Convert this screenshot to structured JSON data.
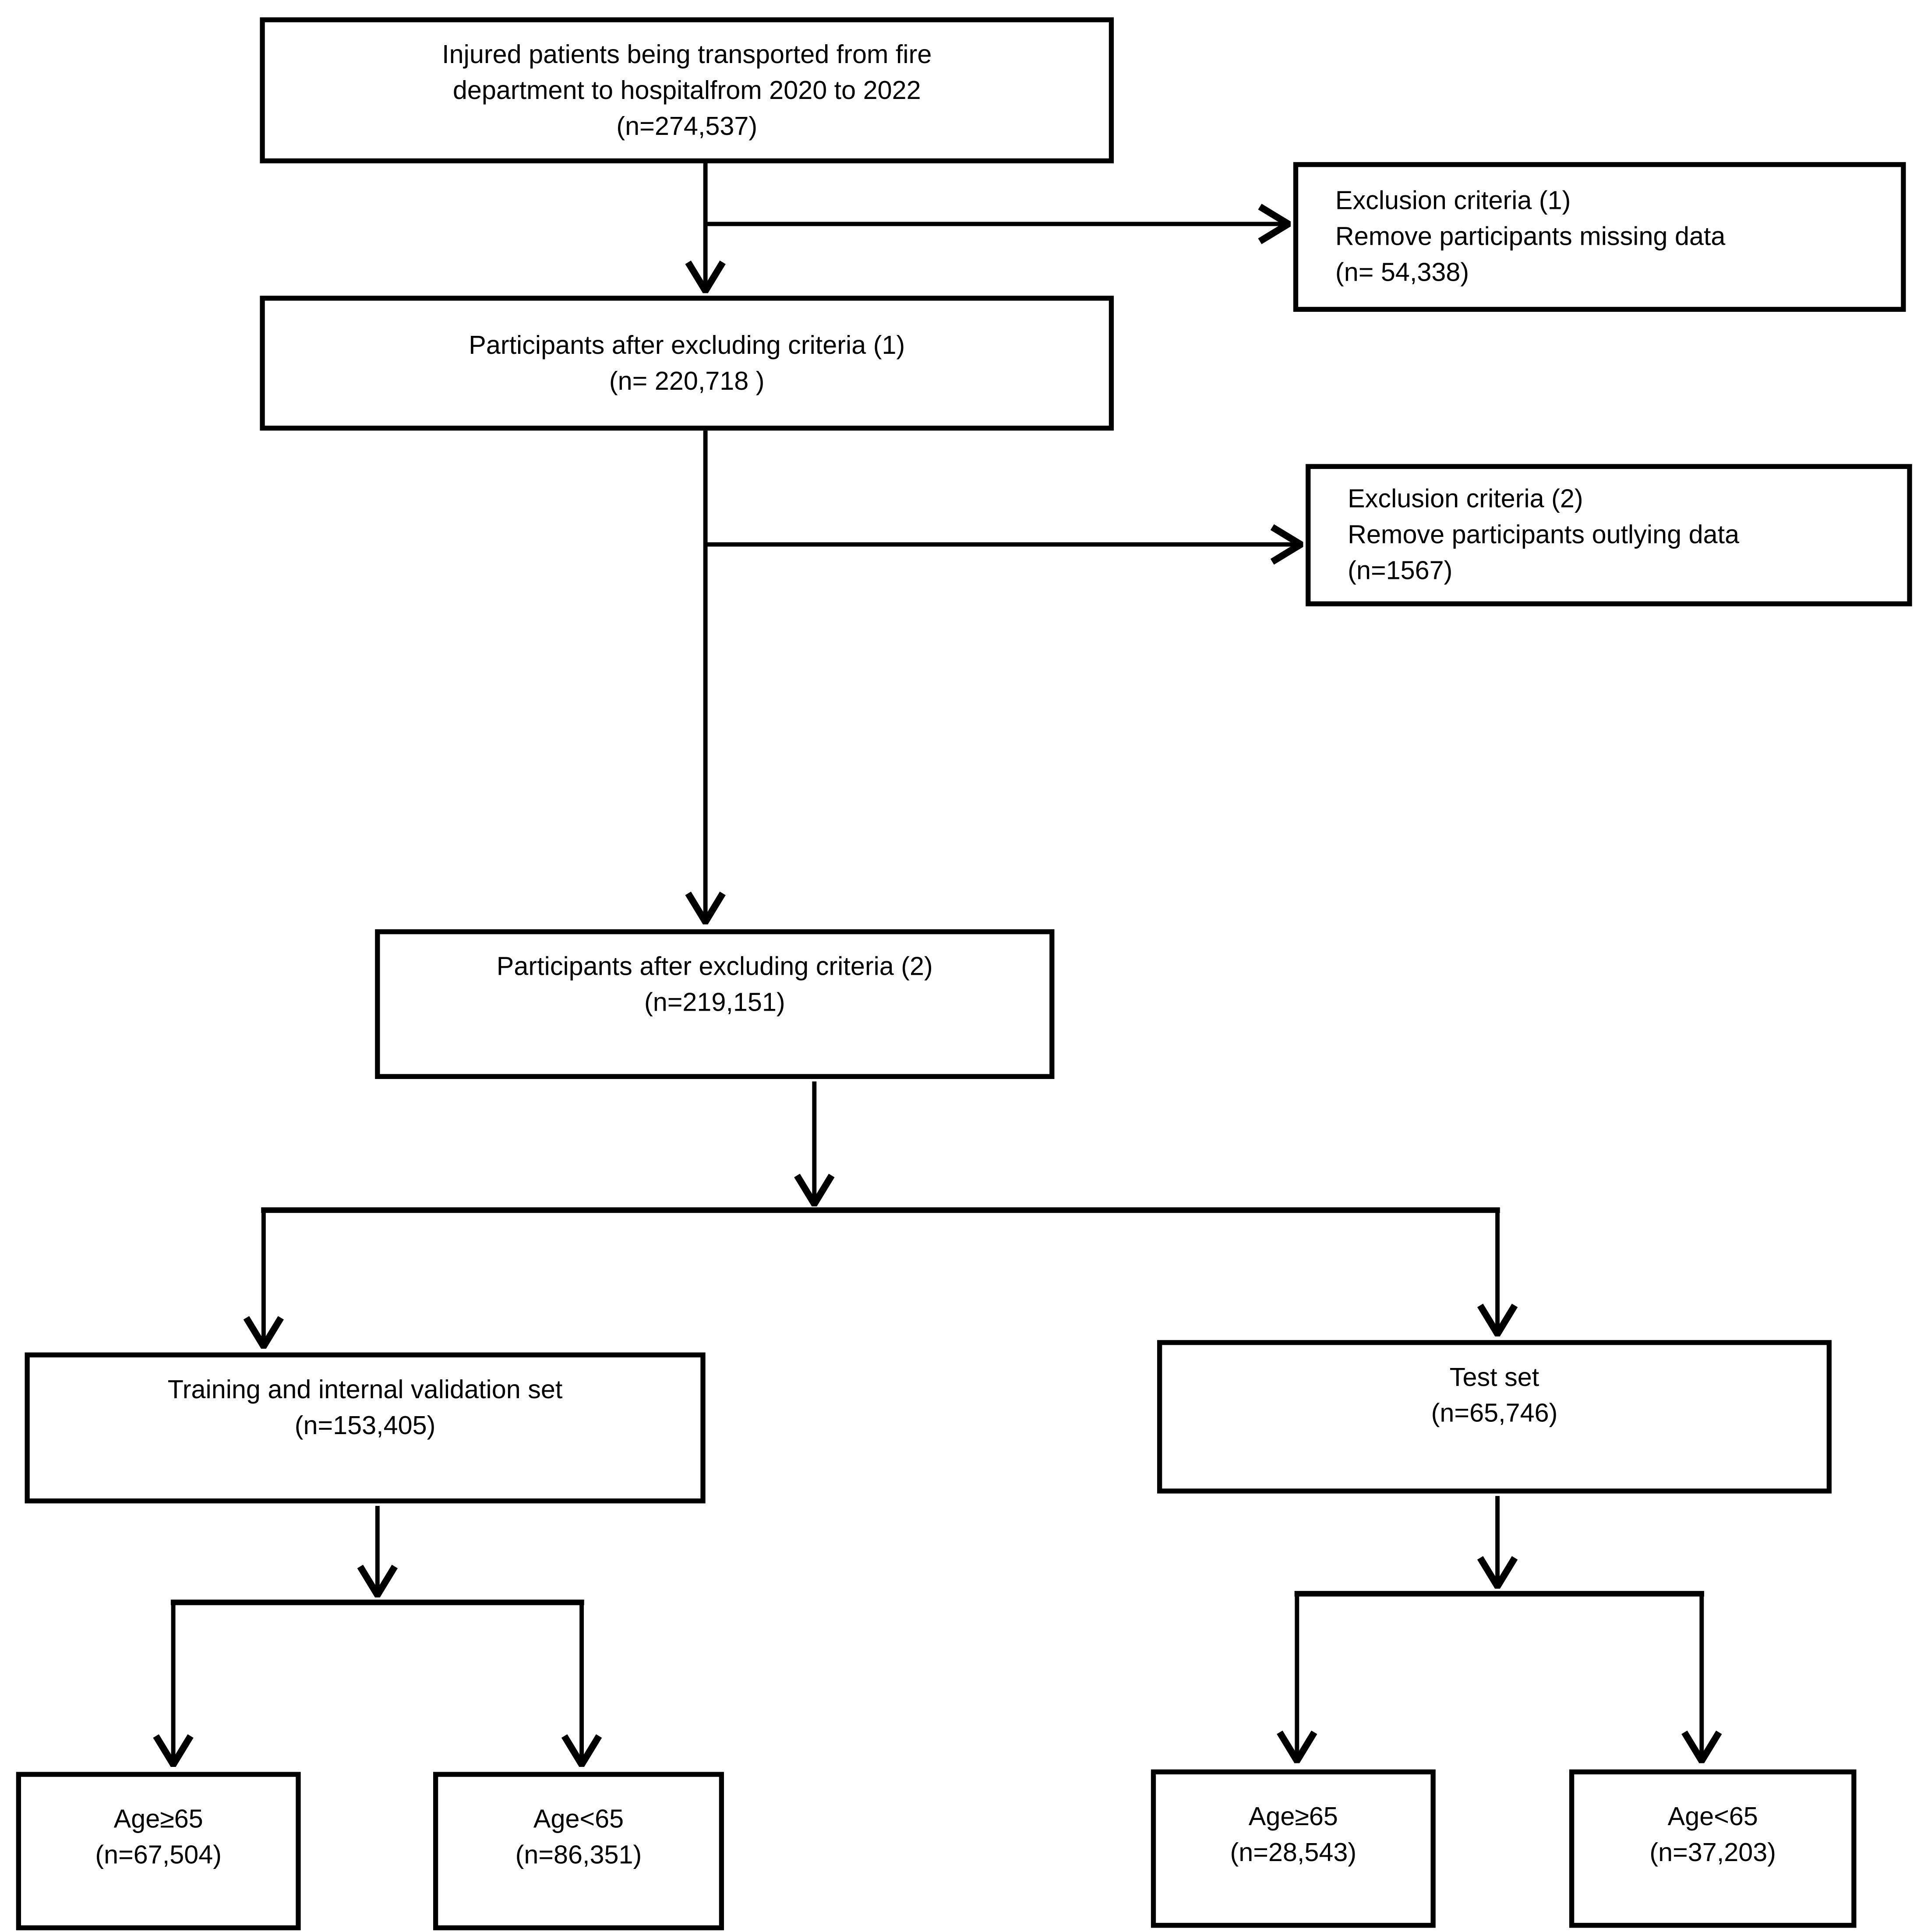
{
  "figure": {
    "kind": "participant-flow-diagram",
    "background_color": "#ffffff",
    "box_border_color": "#000000",
    "box_fill_color": "#ffffff",
    "text_color": "#000000",
    "arrow_color": "#000000"
  },
  "nodes": {
    "source": {
      "lines": [
        "Injured patients being transported from fire",
        "department to hospitalfrom 2020 to 2022",
        "(n=274,537)"
      ]
    },
    "exclusion1": {
      "lines": [
        "Exclusion criteria (1)",
        "Remove participants missing data",
        "(n= 54,338)"
      ]
    },
    "after_exclusion1": {
      "lines": [
        "Participants after excluding criteria (1)",
        "(n= 220,718 )"
      ]
    },
    "exclusion2": {
      "lines": [
        "Exclusion criteria (2)",
        "Remove participants outlying data",
        "(n=1567)"
      ]
    },
    "after_exclusion2": {
      "lines": [
        "Participants after excluding criteria (2)",
        "(n=219,151)"
      ]
    },
    "training": {
      "lines": [
        "Training and internal validation set",
        "(n=153,405)"
      ]
    },
    "test": {
      "lines": [
        "Test set",
        "(n=65,746)"
      ]
    },
    "training_age_ge_65": {
      "lines": [
        "Age≥65",
        "(n=67,504)"
      ]
    },
    "training_age_lt_65": {
      "lines": [
        "Age<65",
        "(n=86,351)"
      ]
    },
    "test_age_ge_65": {
      "lines": [
        "Age≥65",
        "(n=28,543)"
      ]
    },
    "test_age_lt_65": {
      "lines": [
        "Age<65",
        "(n=37,203)"
      ]
    }
  }
}
